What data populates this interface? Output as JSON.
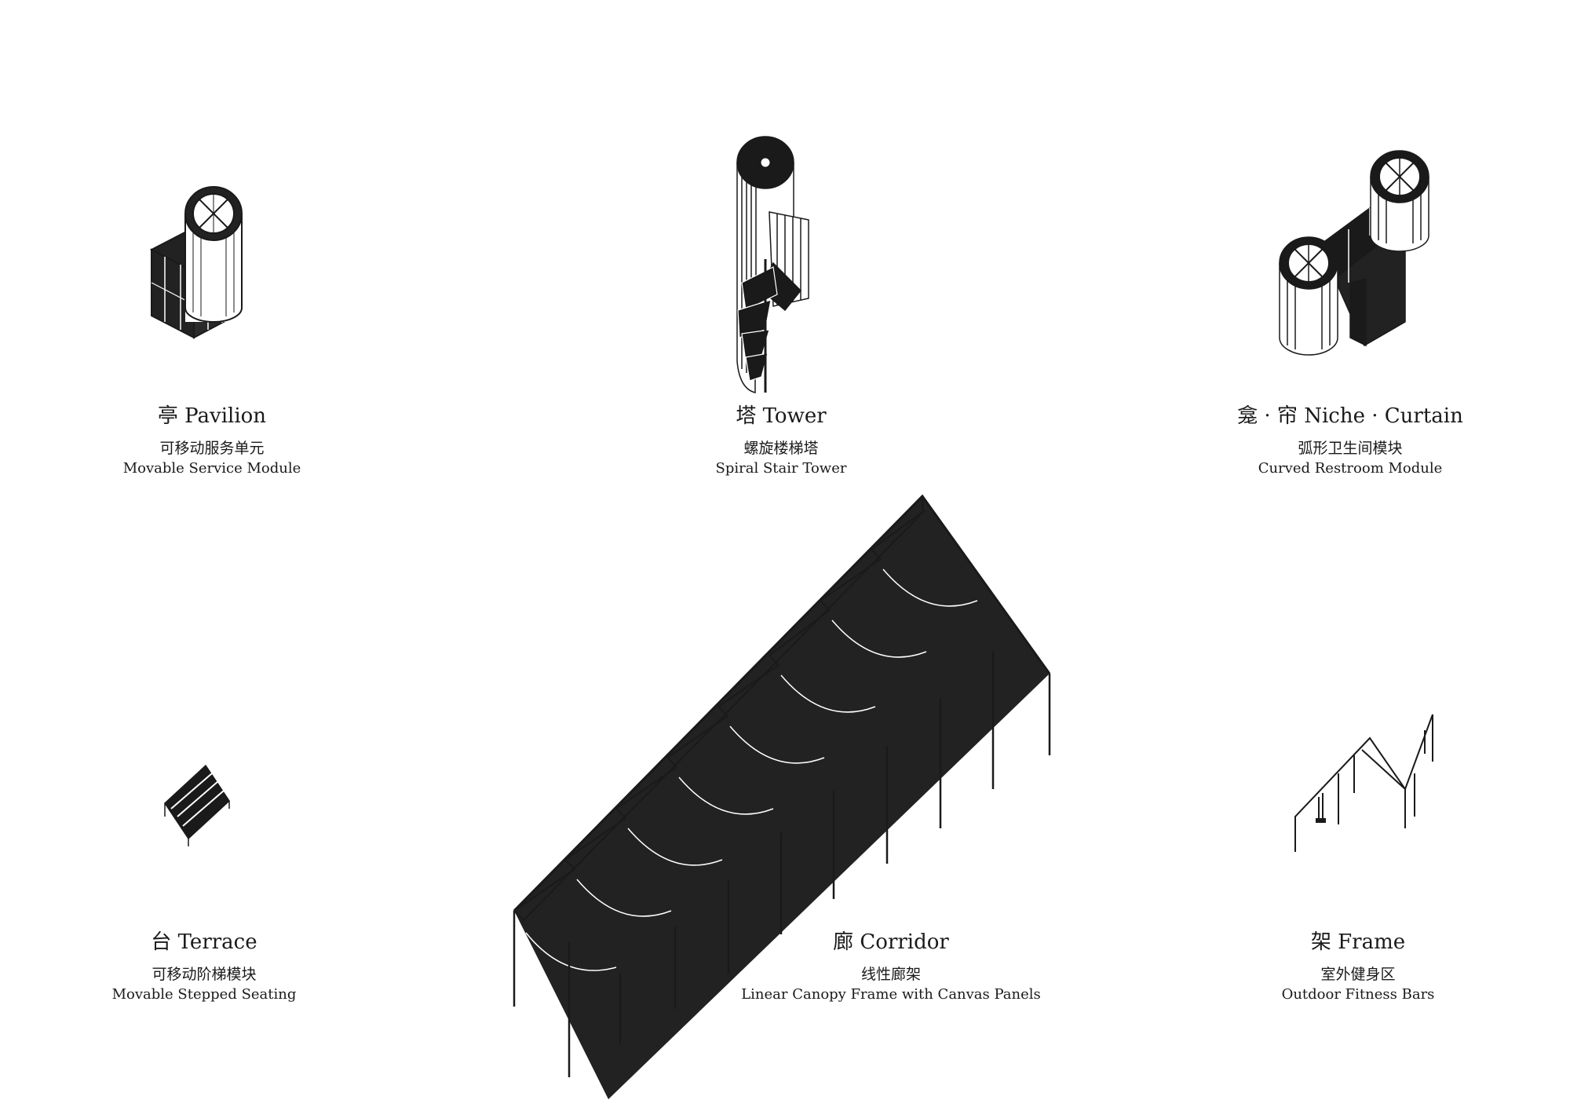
{
  "modules": [
    {
      "id": "pavilion",
      "title": "亭 Pavilion",
      "subtitle_cn": "可移动服务单元",
      "subtitle_en": "Movable Service Module"
    },
    {
      "id": "tower",
      "title": "塔 Tower",
      "subtitle_cn": "螺旋楼梯塔",
      "subtitle_en": "Spiral Stair Tower"
    },
    {
      "id": "niche-curtain",
      "title": "龛 · 帘 Niche · Curtain",
      "subtitle_cn": "弧形卫生间模块",
      "subtitle_en": "Curved Restroom Module"
    },
    {
      "id": "terrace",
      "title": "台 Terrace",
      "subtitle_cn": "可移动阶梯模块",
      "subtitle_en": "Movable Stepped Seating"
    },
    {
      "id": "corridor",
      "title": "廊 Corridor",
      "subtitle_cn": "线性廊架",
      "subtitle_en": "Linear Canopy Frame with Canvas Panels"
    },
    {
      "id": "frame",
      "title": "架 Frame",
      "subtitle_cn": "室外健身区",
      "subtitle_en": "Outdoor Fitness Bars"
    }
  ],
  "colors": {
    "ink": "#1a1a1a",
    "fill": "#222222",
    "background": "#ffffff"
  }
}
